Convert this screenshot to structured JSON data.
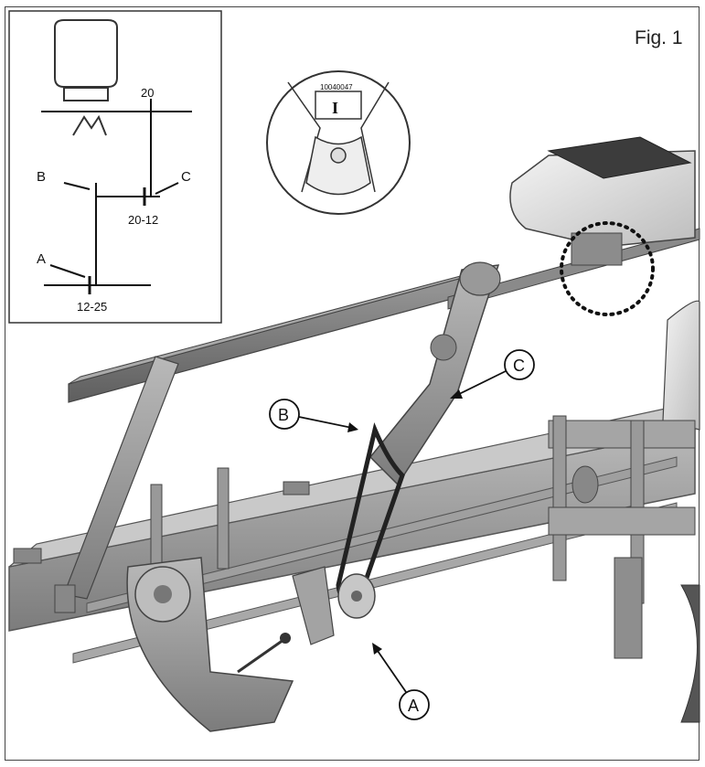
{
  "figure": {
    "title": "Fig. 1"
  },
  "inset": {
    "top_label": "20",
    "label_b": "B",
    "label_c": "C",
    "label_a": "A",
    "value_bc": "20-12",
    "value_a": "12-25"
  },
  "detail": {
    "part_number": "10040047",
    "mark": "I"
  },
  "callouts": [
    {
      "id": "A",
      "label": "A"
    },
    {
      "id": "B",
      "label": "B"
    },
    {
      "id": "C",
      "label": "C"
    }
  ]
}
